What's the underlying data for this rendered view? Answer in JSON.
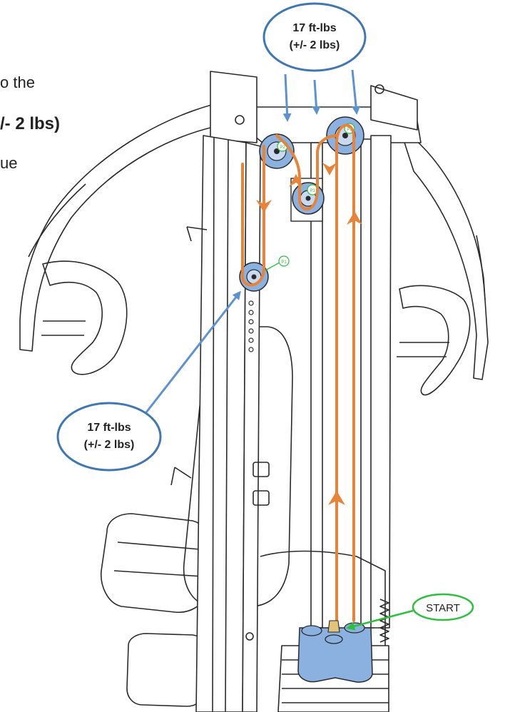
{
  "page_text": {
    "line1": "o the",
    "line2": "/- 2 lbs)",
    "line3": "ue"
  },
  "callouts": [
    {
      "line1": "17 ft-lbs",
      "line2": "(+/- 2 lbs)"
    },
    {
      "line1": "17 ft-lbs",
      "line2": "(+/- 2 lbs)"
    }
  ],
  "start_label": "START",
  "pulley_tags": [
    "P1",
    "P2",
    "P3"
  ],
  "colors": {
    "callout_blue": "#3f77b3",
    "arrow_blue": "#5b92cf",
    "cable_orange": "#e8833a",
    "start_green": "#2dbf3e",
    "part_blue": "#8bb1e0",
    "line": "#2a2a2a"
  }
}
